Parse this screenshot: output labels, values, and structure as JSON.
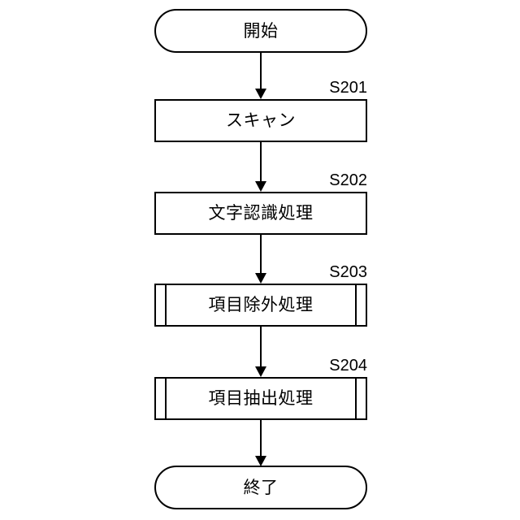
{
  "diagram": {
    "title": "flowchart",
    "background_color": "#ffffff",
    "line_color": "#000000",
    "nodes": [
      {
        "id": "start",
        "shape": "terminator",
        "label": "開始",
        "step": ""
      },
      {
        "id": "s201",
        "shape": "process",
        "label": "スキャン",
        "step": "S201"
      },
      {
        "id": "s202",
        "shape": "process",
        "label": "文字認識処理",
        "step": "S202"
      },
      {
        "id": "s203",
        "shape": "predefined-process",
        "label": "項目除外処理",
        "step": "S203"
      },
      {
        "id": "s204",
        "shape": "predefined-process",
        "label": "項目抽出処理",
        "step": "S204"
      },
      {
        "id": "end",
        "shape": "terminator",
        "label": "終了",
        "step": ""
      }
    ],
    "edges": [
      {
        "from": "start",
        "to": "s201",
        "arrow": "down"
      },
      {
        "from": "s201",
        "to": "s202",
        "arrow": "down"
      },
      {
        "from": "s202",
        "to": "s203",
        "arrow": "down"
      },
      {
        "from": "s203",
        "to": "s204",
        "arrow": "down"
      },
      {
        "from": "s204",
        "to": "end",
        "arrow": "down"
      }
    ]
  }
}
